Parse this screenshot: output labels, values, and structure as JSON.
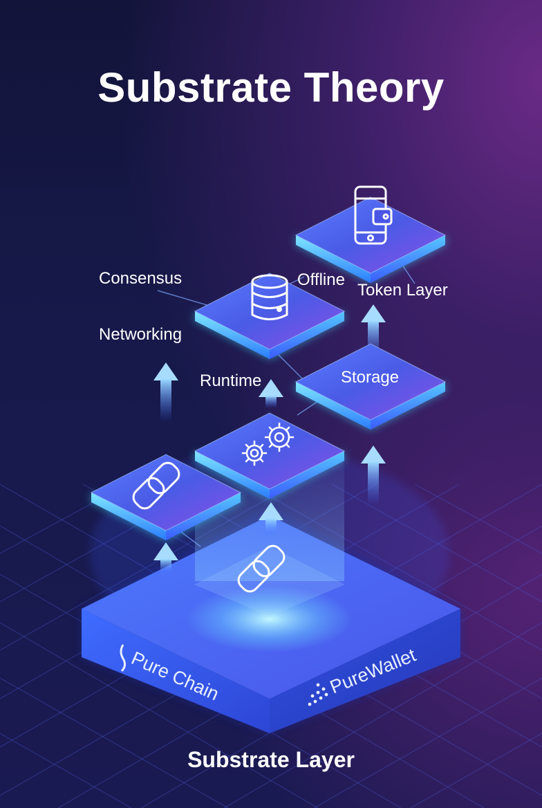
{
  "title": "Substrate Theory",
  "labels": {
    "consensus": "Consensus",
    "offline": "Offline",
    "token_layer": "Token Layer",
    "networking": "Networking",
    "runtime": "Runtime",
    "storage": "Storage"
  },
  "base": {
    "brand_left": "Pure Chain",
    "brand_right": "PureWallet",
    "label": "Substrate Layer"
  },
  "colors": {
    "accent_cyan": "#3ee8ff",
    "accent_blue": "#3d7bff",
    "accent_purple": "#8a4bff"
  },
  "icons": [
    "phone-wallet-icon",
    "database-icon",
    "gears-icon",
    "chain-link-icon",
    "chain-link-icon",
    "pure-chain-logo-icon",
    "purewallet-logo-icon"
  ]
}
